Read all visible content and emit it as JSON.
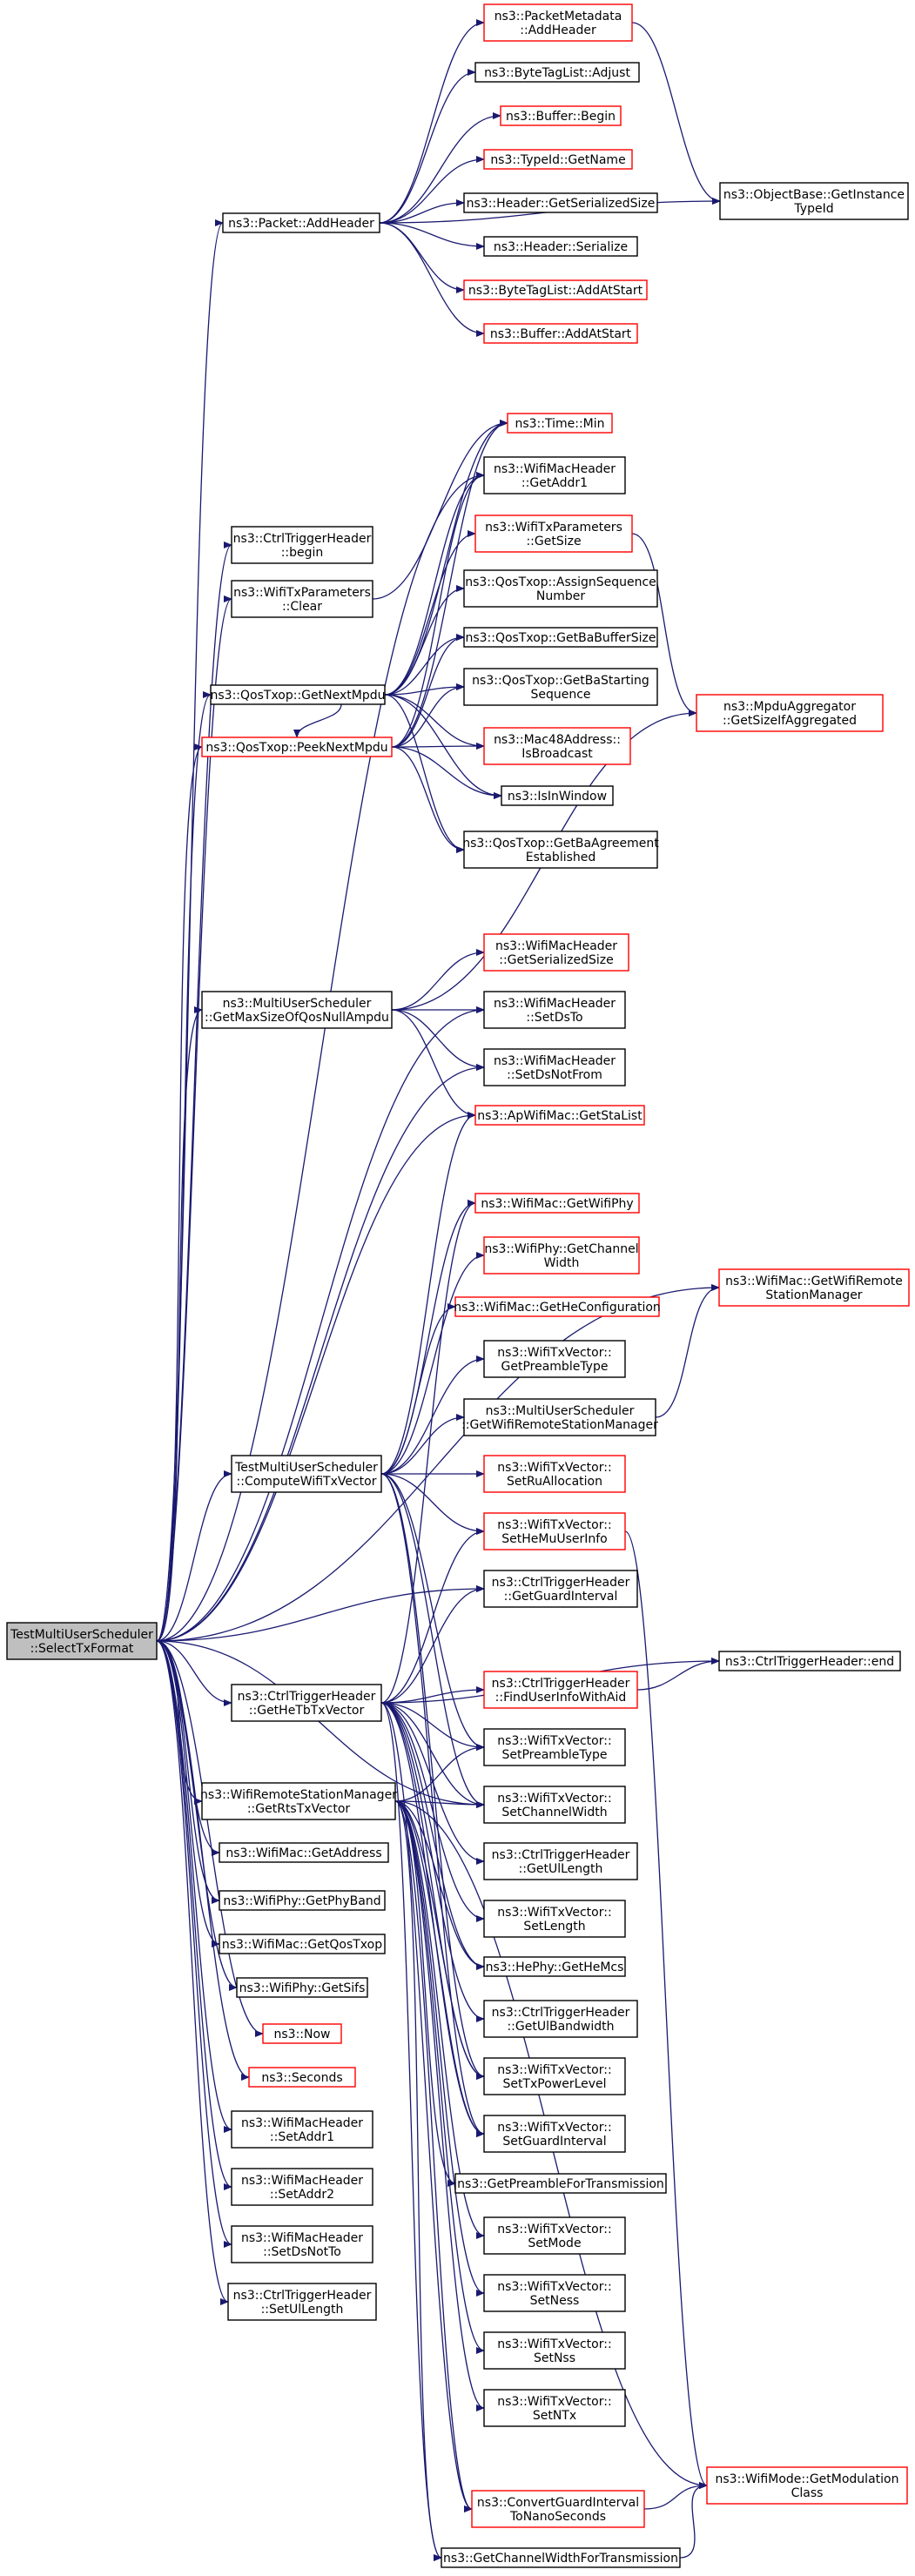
{
  "colors": {
    "edge": "#191970",
    "root_fill": "#bfbfbf",
    "node_fill": "#ffffff",
    "border_normal": "#000000",
    "border_red": "#ff0000"
  },
  "nodes": [
    {
      "id": "root",
      "lines": [
        "TestMultiUserScheduler",
        "::SelectTxFormat"
      ],
      "style": "root"
    },
    {
      "id": "addheader",
      "lines": [
        "ns3::Packet::AddHeader"
      ],
      "style": "normal"
    },
    {
      "id": "pm_addheader",
      "lines": [
        "ns3::PacketMetadata",
        "::AddHeader"
      ],
      "style": "red"
    },
    {
      "id": "btl_adjust",
      "lines": [
        "ns3::ByteTagList::Adjust"
      ],
      "style": "normal"
    },
    {
      "id": "buf_begin",
      "lines": [
        "ns3::Buffer::Begin"
      ],
      "style": "red"
    },
    {
      "id": "typeid_getname",
      "lines": [
        "ns3::TypeId::GetName"
      ],
      "style": "red"
    },
    {
      "id": "hdr_getsersize",
      "lines": [
        "ns3::Header::GetSerializedSize"
      ],
      "style": "normal"
    },
    {
      "id": "hdr_serialize",
      "lines": [
        "ns3::Header::Serialize"
      ],
      "style": "normal"
    },
    {
      "id": "btl_addatstart",
      "lines": [
        "ns3::ByteTagList::AddAtStart"
      ],
      "style": "red"
    },
    {
      "id": "buf_addatstart",
      "lines": [
        "ns3::Buffer::AddAtStart"
      ],
      "style": "red"
    },
    {
      "id": "objbase_gettypeid",
      "lines": [
        "ns3::ObjectBase::GetInstance",
        "TypeId"
      ],
      "style": "normal"
    },
    {
      "id": "time_min",
      "lines": [
        "ns3::Time::Min"
      ],
      "style": "red"
    },
    {
      "id": "wmh_getaddr1",
      "lines": [
        "ns3::WifiMacHeader",
        "::GetAddr1"
      ],
      "style": "normal"
    },
    {
      "id": "ctrl_begin",
      "lines": [
        "ns3::CtrlTriggerHeader",
        "::begin"
      ],
      "style": "normal"
    },
    {
      "id": "wtp_getsize",
      "lines": [
        "ns3::WifiTxParameters",
        "::GetSize"
      ],
      "style": "red"
    },
    {
      "id": "wtp_clear",
      "lines": [
        "ns3::WifiTxParameters",
        "::Clear"
      ],
      "style": "normal"
    },
    {
      "id": "qos_assignseq",
      "lines": [
        "ns3::QosTxop::AssignSequence",
        "Number"
      ],
      "style": "normal"
    },
    {
      "id": "qos_getbabuf",
      "lines": [
        "ns3::QosTxop::GetBaBufferSize"
      ],
      "style": "normal"
    },
    {
      "id": "qos_getnextmpdu",
      "lines": [
        "ns3::QosTxop::GetNextMpdu"
      ],
      "style": "normal"
    },
    {
      "id": "qos_getbastart",
      "lines": [
        "ns3::QosTxop::GetBaStarting",
        "Sequence"
      ],
      "style": "normal"
    },
    {
      "id": "mpdu_aggsize",
      "lines": [
        "ns3::MpduAggregator",
        "::GetSizeIfAggregated"
      ],
      "style": "red"
    },
    {
      "id": "qos_peeknext",
      "lines": [
        "ns3::QosTxop::PeekNextMpdu"
      ],
      "style": "red"
    },
    {
      "id": "mac48_isbcast",
      "lines": [
        "ns3::Mac48Address::",
        "IsBroadcast"
      ],
      "style": "red"
    },
    {
      "id": "isinwindow",
      "lines": [
        "ns3::IsInWindow"
      ],
      "style": "normal"
    },
    {
      "id": "qos_getbaagree",
      "lines": [
        "ns3::QosTxop::GetBaAgreement",
        "Established"
      ],
      "style": "normal"
    },
    {
      "id": "wmh_getsersize",
      "lines": [
        "ns3::WifiMacHeader",
        "::GetSerializedSize"
      ],
      "style": "red"
    },
    {
      "id": "mus_getmaxsize",
      "lines": [
        "ns3::MultiUserScheduler",
        "::GetMaxSizeOfQosNullAmpdu"
      ],
      "style": "normal"
    },
    {
      "id": "wmh_setdsto",
      "lines": [
        "ns3::WifiMacHeader",
        "::SetDsTo"
      ],
      "style": "normal"
    },
    {
      "id": "wmh_setdsnotfrom",
      "lines": [
        "ns3::WifiMacHeader",
        "::SetDsNotFrom"
      ],
      "style": "normal"
    },
    {
      "id": "apmac_getstalist",
      "lines": [
        "ns3::ApWifiMac::GetStaList"
      ],
      "style": "red"
    },
    {
      "id": "wmac_getwifiphy",
      "lines": [
        "ns3::WifiMac::GetWifiPhy"
      ],
      "style": "red"
    },
    {
      "id": "wphy_getchwidth",
      "lines": [
        "ns3::WifiPhy::GetChannel",
        "Width"
      ],
      "style": "red"
    },
    {
      "id": "wmac_getrsm",
      "lines": [
        "ns3::WifiMac::GetWifiRemote",
        "StationManager"
      ],
      "style": "red"
    },
    {
      "id": "wmac_gethecfg",
      "lines": [
        "ns3::WifiMac::GetHeConfiguration"
      ],
      "style": "red"
    },
    {
      "id": "wtv_getpreamble",
      "lines": [
        "ns3::WifiTxVector::",
        "GetPreambleType"
      ],
      "style": "normal"
    },
    {
      "id": "mus_getrsm",
      "lines": [
        "ns3::MultiUserScheduler",
        "::GetWifiRemoteStationManager"
      ],
      "style": "normal"
    },
    {
      "id": "tmus_computetxv",
      "lines": [
        "TestMultiUserScheduler",
        "::ComputeWifiTxVector"
      ],
      "style": "normal"
    },
    {
      "id": "wtv_setru",
      "lines": [
        "ns3::WifiTxVector::",
        "SetRuAllocation"
      ],
      "style": "red"
    },
    {
      "id": "wtv_sethemu",
      "lines": [
        "ns3::WifiTxVector::",
        "SetHeMuUserInfo"
      ],
      "style": "red"
    },
    {
      "id": "cth_getgi",
      "lines": [
        "ns3::CtrlTriggerHeader",
        "::GetGuardInterval"
      ],
      "style": "normal"
    },
    {
      "id": "cth_end",
      "lines": [
        "ns3::CtrlTriggerHeader::end"
      ],
      "style": "normal"
    },
    {
      "id": "cth_finduser",
      "lines": [
        "ns3::CtrlTriggerHeader",
        "::FindUserInfoWithAid"
      ],
      "style": "red"
    },
    {
      "id": "cth_gethetb",
      "lines": [
        "ns3::CtrlTriggerHeader",
        "::GetHeTbTxVector"
      ],
      "style": "normal"
    },
    {
      "id": "wtv_setpreamble",
      "lines": [
        "ns3::WifiTxVector::",
        "SetPreambleType"
      ],
      "style": "normal"
    },
    {
      "id": "wrsm_getrts",
      "lines": [
        "ns3::WifiRemoteStationManager",
        "::GetRtsTxVector"
      ],
      "style": "normal"
    },
    {
      "id": "wtv_setchwidth",
      "lines": [
        "ns3::WifiTxVector::",
        "SetChannelWidth"
      ],
      "style": "normal"
    },
    {
      "id": "wmac_getaddress",
      "lines": [
        "ns3::WifiMac::GetAddress"
      ],
      "style": "normal"
    },
    {
      "id": "cth_getullen",
      "lines": [
        "ns3::CtrlTriggerHeader",
        "::GetUlLength"
      ],
      "style": "normal"
    },
    {
      "id": "wphy_getphyband",
      "lines": [
        "ns3::WifiPhy::GetPhyBand"
      ],
      "style": "normal"
    },
    {
      "id": "wtv_setlength",
      "lines": [
        "ns3::WifiTxVector::",
        "SetLength"
      ],
      "style": "normal"
    },
    {
      "id": "wmac_getqostxop",
      "lines": [
        "ns3::WifiMac::GetQosTxop"
      ],
      "style": "normal"
    },
    {
      "id": "hephy_gethemcs",
      "lines": [
        "ns3::HePhy::GetHeMcs"
      ],
      "style": "normal"
    },
    {
      "id": "wphy_getsifs",
      "lines": [
        "ns3::WifiPhy::GetSifs"
      ],
      "style": "normal"
    },
    {
      "id": "cth_getulbw",
      "lines": [
        "ns3::CtrlTriggerHeader",
        "::GetUlBandwidth"
      ],
      "style": "normal"
    },
    {
      "id": "now",
      "lines": [
        "ns3::Now"
      ],
      "style": "red"
    },
    {
      "id": "wtv_settxpower",
      "lines": [
        "ns3::WifiTxVector::",
        "SetTxPowerLevel"
      ],
      "style": "normal"
    },
    {
      "id": "seconds",
      "lines": [
        "ns3::Seconds"
      ],
      "style": "red"
    },
    {
      "id": "wtv_setgi",
      "lines": [
        "ns3::WifiTxVector::",
        "SetGuardInterval"
      ],
      "style": "normal"
    },
    {
      "id": "wmh_setaddr1",
      "lines": [
        "ns3::WifiMacHeader",
        "::SetAddr1"
      ],
      "style": "normal"
    },
    {
      "id": "getpreamblefortx",
      "lines": [
        "ns3::GetPreambleForTransmission"
      ],
      "style": "normal"
    },
    {
      "id": "wmh_setaddr2",
      "lines": [
        "ns3::WifiMacHeader",
        "::SetAddr2"
      ],
      "style": "normal"
    },
    {
      "id": "wtv_setmode",
      "lines": [
        "ns3::WifiTxVector::",
        "SetMode"
      ],
      "style": "normal"
    },
    {
      "id": "wmh_setdsnotto",
      "lines": [
        "ns3::WifiMacHeader",
        "::SetDsNotTo"
      ],
      "style": "normal"
    },
    {
      "id": "wtv_setness",
      "lines": [
        "ns3::WifiTxVector::",
        "SetNess"
      ],
      "style": "normal"
    },
    {
      "id": "cth_setullen",
      "lines": [
        "ns3::CtrlTriggerHeader",
        "::SetUlLength"
      ],
      "style": "normal"
    },
    {
      "id": "wtv_setnss",
      "lines": [
        "ns3::WifiTxVector::",
        "SetNss"
      ],
      "style": "normal"
    },
    {
      "id": "wtv_setntx",
      "lines": [
        "ns3::WifiTxVector::",
        "SetNTx"
      ],
      "style": "normal"
    },
    {
      "id": "wmode_getmodclass",
      "lines": [
        "ns3::WifiMode::GetModulation",
        "Class"
      ],
      "style": "red"
    },
    {
      "id": "convertgi",
      "lines": [
        "ns3::ConvertGuardInterval",
        "ToNanoSeconds"
      ],
      "style": "red"
    },
    {
      "id": "getchwidthfortx",
      "lines": [
        "ns3::GetChannelWidthForTransmission"
      ],
      "style": "normal"
    }
  ],
  "edges": [
    [
      "root",
      "addheader"
    ],
    [
      "root",
      "ctrl_begin"
    ],
    [
      "root",
      "wtp_clear"
    ],
    [
      "root",
      "qos_getnextmpdu"
    ],
    [
      "root",
      "qos_peeknext"
    ],
    [
      "root",
      "mus_getmaxsize"
    ],
    [
      "root",
      "wmh_setdsto"
    ],
    [
      "root",
      "wmh_setdsnotfrom"
    ],
    [
      "root",
      "apmac_getstalist"
    ],
    [
      "root",
      "wmac_getrsm"
    ],
    [
      "root",
      "tmus_computetxv"
    ],
    [
      "root",
      "cth_getgi"
    ],
    [
      "root",
      "cth_gethetb"
    ],
    [
      "root",
      "wrsm_getrts"
    ],
    [
      "root",
      "wmac_getaddress"
    ],
    [
      "root",
      "wphy_getphyband"
    ],
    [
      "root",
      "wmac_getqostxop"
    ],
    [
      "root",
      "wphy_getsifs"
    ],
    [
      "root",
      "now"
    ],
    [
      "root",
      "seconds"
    ],
    [
      "root",
      "wmh_setaddr1"
    ],
    [
      "root",
      "wmh_setaddr2"
    ],
    [
      "root",
      "wmh_setdsnotto"
    ],
    [
      "root",
      "cth_setullen"
    ],
    [
      "root",
      "wmh_getaddr1"
    ],
    [
      "root",
      "wtv_setchwidth"
    ],
    [
      "addheader",
      "pm_addheader"
    ],
    [
      "addheader",
      "btl_adjust"
    ],
    [
      "addheader",
      "buf_begin"
    ],
    [
      "addheader",
      "typeid_getname"
    ],
    [
      "addheader",
      "hdr_getsersize"
    ],
    [
      "addheader",
      "hdr_serialize"
    ],
    [
      "addheader",
      "btl_addatstart"
    ],
    [
      "addheader",
      "buf_addatstart"
    ],
    [
      "addheader",
      "objbase_gettypeid"
    ],
    [
      "pm_addheader",
      "objbase_gettypeid"
    ],
    [
      "wtp_clear",
      "time_min"
    ],
    [
      "qos_getnextmpdu",
      "time_min"
    ],
    [
      "qos_getnextmpdu",
      "wmh_getaddr1"
    ],
    [
      "qos_getnextmpdu",
      "wtp_getsize"
    ],
    [
      "qos_getnextmpdu",
      "qos_assignseq"
    ],
    [
      "qos_getnextmpdu",
      "qos_getbabuf"
    ],
    [
      "qos_getnextmpdu",
      "qos_getbastart"
    ],
    [
      "qos_getnextmpdu",
      "mac48_isbcast"
    ],
    [
      "qos_getnextmpdu",
      "isinwindow"
    ],
    [
      "qos_getnextmpdu",
      "qos_getbaagree"
    ],
    [
      "qos_getnextmpdu",
      "qos_peeknext"
    ],
    [
      "qos_peeknext",
      "time_min"
    ],
    [
      "qos_peeknext",
      "wmh_getaddr1"
    ],
    [
      "qos_peeknext",
      "qos_getbabuf"
    ],
    [
      "qos_peeknext",
      "qos_getbastart"
    ],
    [
      "qos_peeknext",
      "mac48_isbcast"
    ],
    [
      "qos_peeknext",
      "isinwindow"
    ],
    [
      "qos_peeknext",
      "qos_getbaagree"
    ],
    [
      "wtp_getsize",
      "mpdu_aggsize"
    ],
    [
      "mus_getmaxsize",
      "mpdu_aggsize"
    ],
    [
      "mus_getmaxsize",
      "wmh_getsersize"
    ],
    [
      "mus_getmaxsize",
      "wmh_setdsto"
    ],
    [
      "mus_getmaxsize",
      "wmh_setdsnotfrom"
    ],
    [
      "mus_getmaxsize",
      "apmac_getstalist"
    ],
    [
      "tmus_computetxv",
      "apmac_getstalist"
    ],
    [
      "tmus_computetxv",
      "wmac_getwifiphy"
    ],
    [
      "tmus_computetxv",
      "wphy_getchwidth"
    ],
    [
      "tmus_computetxv",
      "wmac_gethecfg"
    ],
    [
      "tmus_computetxv",
      "wtv_getpreamble"
    ],
    [
      "tmus_computetxv",
      "mus_getrsm"
    ],
    [
      "tmus_computetxv",
      "wtv_setru"
    ],
    [
      "tmus_computetxv",
      "wtv_sethemu"
    ],
    [
      "tmus_computetxv",
      "wtv_setpreamble"
    ],
    [
      "tmus_computetxv",
      "wtv_setchwidth"
    ],
    [
      "tmus_computetxv",
      "wtv_setgi"
    ],
    [
      "tmus_computetxv",
      "wtv_settxpower"
    ],
    [
      "mus_getrsm",
      "wmac_getrsm"
    ],
    [
      "wtv_sethemu",
      "wmode_getmodclass"
    ],
    [
      "cth_gethetb",
      "cth_getgi"
    ],
    [
      "cth_gethetb",
      "cth_end"
    ],
    [
      "cth_gethetb",
      "cth_finduser"
    ],
    [
      "cth_gethetb",
      "wtv_setpreamble"
    ],
    [
      "cth_gethetb",
      "wtv_setchwidth"
    ],
    [
      "cth_gethetb",
      "cth_getullen"
    ],
    [
      "cth_gethetb",
      "wtv_setlength"
    ],
    [
      "cth_gethetb",
      "hephy_gethemcs"
    ],
    [
      "cth_gethetb",
      "cth_getulbw"
    ],
    [
      "cth_gethetb",
      "wtv_settxpower"
    ],
    [
      "cth_gethetb",
      "wtv_setgi"
    ],
    [
      "cth_gethetb",
      "wtv_sethemu"
    ],
    [
      "cth_gethetb",
      "wmac_getwifiphy"
    ],
    [
      "cth_gethetb",
      "convertgi"
    ],
    [
      "cth_gethetb",
      "getchwidthfortx"
    ],
    [
      "cth_finduser",
      "cth_end"
    ],
    [
      "wrsm_getrts",
      "wtv_setpreamble"
    ],
    [
      "wrsm_getrts",
      "wtv_setchwidth"
    ],
    [
      "wrsm_getrts",
      "wtv_settxpower"
    ],
    [
      "wrsm_getrts",
      "wtv_setgi"
    ],
    [
      "wrsm_getrts",
      "getpreamblefortx"
    ],
    [
      "wrsm_getrts",
      "wtv_setmode"
    ],
    [
      "wrsm_getrts",
      "wtv_setness"
    ],
    [
      "wrsm_getrts",
      "wtv_setnss"
    ],
    [
      "wrsm_getrts",
      "wtv_setntx"
    ],
    [
      "wrsm_getrts",
      "wmode_getmodclass"
    ],
    [
      "wrsm_getrts",
      "convertgi"
    ],
    [
      "wrsm_getrts",
      "getchwidthfortx"
    ],
    [
      "wrsm_getrts",
      "hephy_gethemcs"
    ],
    [
      "convertgi",
      "wmode_getmodclass"
    ],
    [
      "getchwidthfortx",
      "wmode_getmodclass"
    ]
  ]
}
